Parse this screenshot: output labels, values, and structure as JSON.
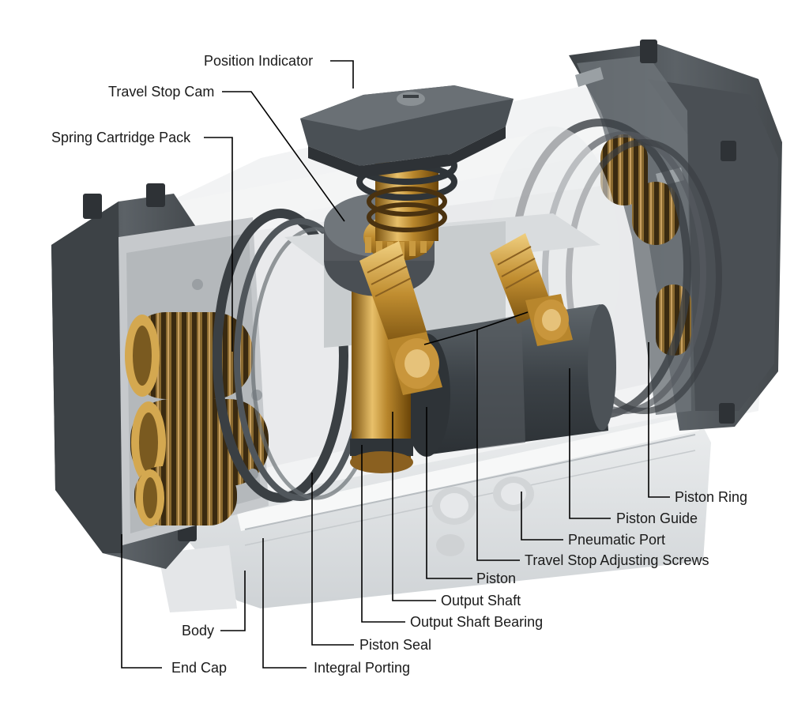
{
  "callouts": [
    {
      "id": "position-indicator",
      "text": "Position Indicator"
    },
    {
      "id": "travel-stop-cam",
      "text": "Travel Stop Cam"
    },
    {
      "id": "spring-cartridge-pack",
      "text": "Spring Cartridge Pack"
    },
    {
      "id": "piston-ring",
      "text": "Piston Ring"
    },
    {
      "id": "piston-guide",
      "text": "Piston Guide"
    },
    {
      "id": "pneumatic-port",
      "text": "Pneumatic Port"
    },
    {
      "id": "travel-stop-adjusting-screws",
      "text": "Travel Stop Adjusting Screws"
    },
    {
      "id": "piston",
      "text": "Piston"
    },
    {
      "id": "output-shaft",
      "text": "Output Shaft"
    },
    {
      "id": "output-shaft-bearing",
      "text": "Output Shaft Bearing"
    },
    {
      "id": "body",
      "text": "Body"
    },
    {
      "id": "piston-seal",
      "text": "Piston Seal"
    },
    {
      "id": "end-cap",
      "text": "End Cap"
    },
    {
      "id": "integral-porting",
      "text": "Integral Porting"
    }
  ]
}
